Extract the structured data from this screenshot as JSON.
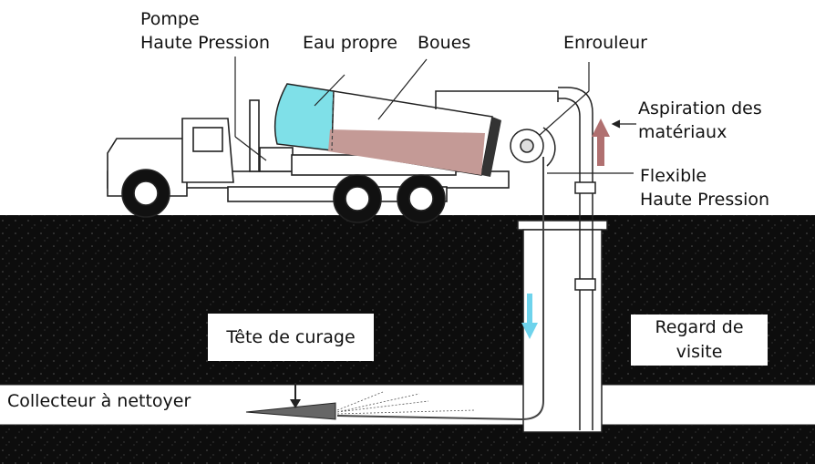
{
  "labels": {
    "pump_line1": "Pompe",
    "pump_line2": "Haute Pression",
    "clean_water": "Eau propre",
    "sludge": "Boues",
    "reel": "Enrouleur",
    "suction_line1": "Aspiration des",
    "suction_line2": "matériaux",
    "hose_line1": "Flexible",
    "hose_line2": "Haute Pression",
    "nozzle": "Tête de curage",
    "manhole_line1": "Regard de",
    "manhole_line2": "visite",
    "sewer": "Collecteur à nettoyer"
  },
  "colors": {
    "ground": "#111111",
    "clean_water": "#7fe0e8",
    "sludge": "#c49a96",
    "water_arrow": "#6ed3ec",
    "suction_arrow": "#b07070",
    "line": "#222222"
  }
}
